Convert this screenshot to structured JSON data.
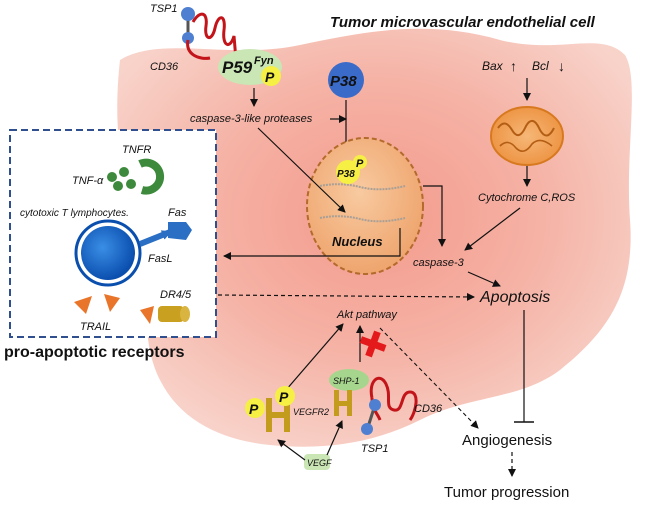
{
  "labels": {
    "cell_title": "Tumor microvascular endothelial cell",
    "tsp1_top": "TSP1",
    "cd36_top": "CD36",
    "p59": "P59",
    "fyn": "Fyn",
    "p_letter": "P",
    "p38": "P38",
    "p38_nucleus": "P38",
    "bax": "Bax",
    "bcl": "Bcl",
    "caspase_like": "caspase-3-like proteases",
    "tnfr": "TNFR",
    "tnf_alpha": "TNF-α",
    "ctl": "cytotoxic T lymphocytes.",
    "fas": "Fas",
    "fasl": "FasL",
    "trail": "TRAIL",
    "dr45": "DR4/5",
    "nucleus": "Nucleus",
    "cytochrome": "Cytochrome C,ROS",
    "caspase3": "caspase-3",
    "apoptosis": "Apoptosis",
    "akt": "Akt pathway",
    "shp1": "SHP-1",
    "vegfr2": "VEGFR2",
    "cd36_bottom": "CD36",
    "tsp1_bottom": "TSP1",
    "vegf": "VEGF",
    "angiogenesis": "Angiogenesis",
    "tumor_progression": "Tumor progression",
    "pro_apoptotic": "pro-apoptotic receptors",
    "up_arrow": "↑",
    "down_arrow": "↓"
  },
  "colors": {
    "cell_fill": "#f3c1b5",
    "cell_center": "#f6a99a",
    "nucleus_fill": "#f3b685",
    "mito_fill": "#f2a057",
    "p59_oval": "#c9e6b4",
    "p_badge": "#f6ef44",
    "p38_blue": "#3b6bc9",
    "cd36_red": "#c3141a",
    "tsp1_blue": "#4f7fd0",
    "tnf_green": "#3d8a3c",
    "receptor_blue": "#1f6fc9",
    "trail_orange": "#e8752a",
    "dr_gold": "#c9a020",
    "vegfr2_gold": "#c39b1d",
    "inhibit_red": "#e4191b",
    "dashed_box": "#2f4f8f"
  }
}
